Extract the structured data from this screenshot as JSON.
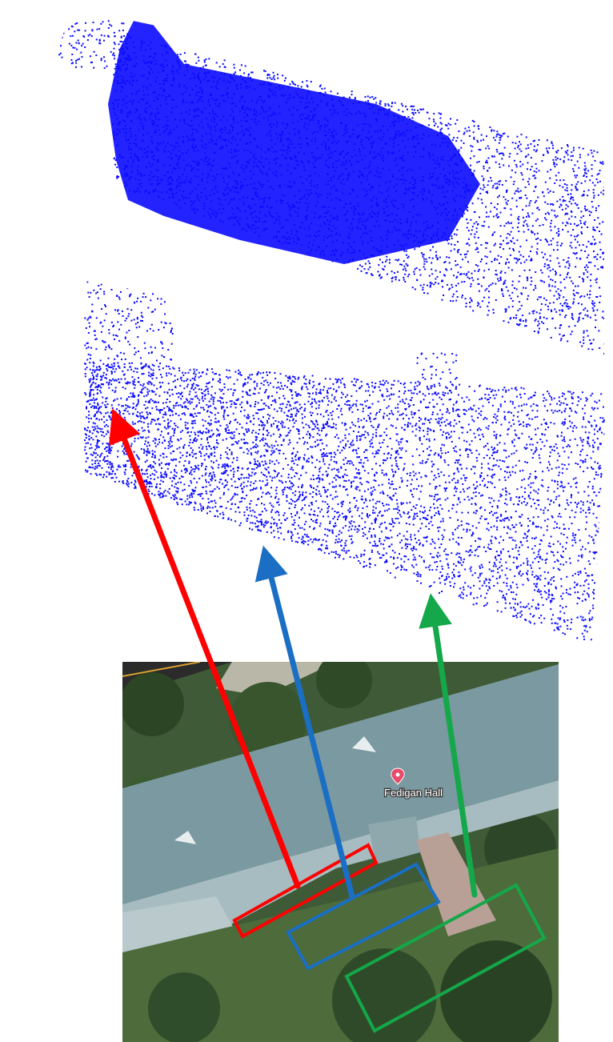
{
  "map": {
    "place_label": "Fedigan Hall",
    "marker_icon": "map-pin-icon",
    "marker_color": "#e94b6b"
  },
  "point_clouds": {
    "point_color": "#0b0bff",
    "top_cloud": "lidar-point-cloud",
    "bottom_cloud": "lidar-point-cloud"
  },
  "correspondences": [
    {
      "name": "red",
      "color": "#ff0000"
    },
    {
      "name": "blue",
      "color": "#1a6fc4"
    },
    {
      "name": "green",
      "color": "#14a84a"
    }
  ]
}
